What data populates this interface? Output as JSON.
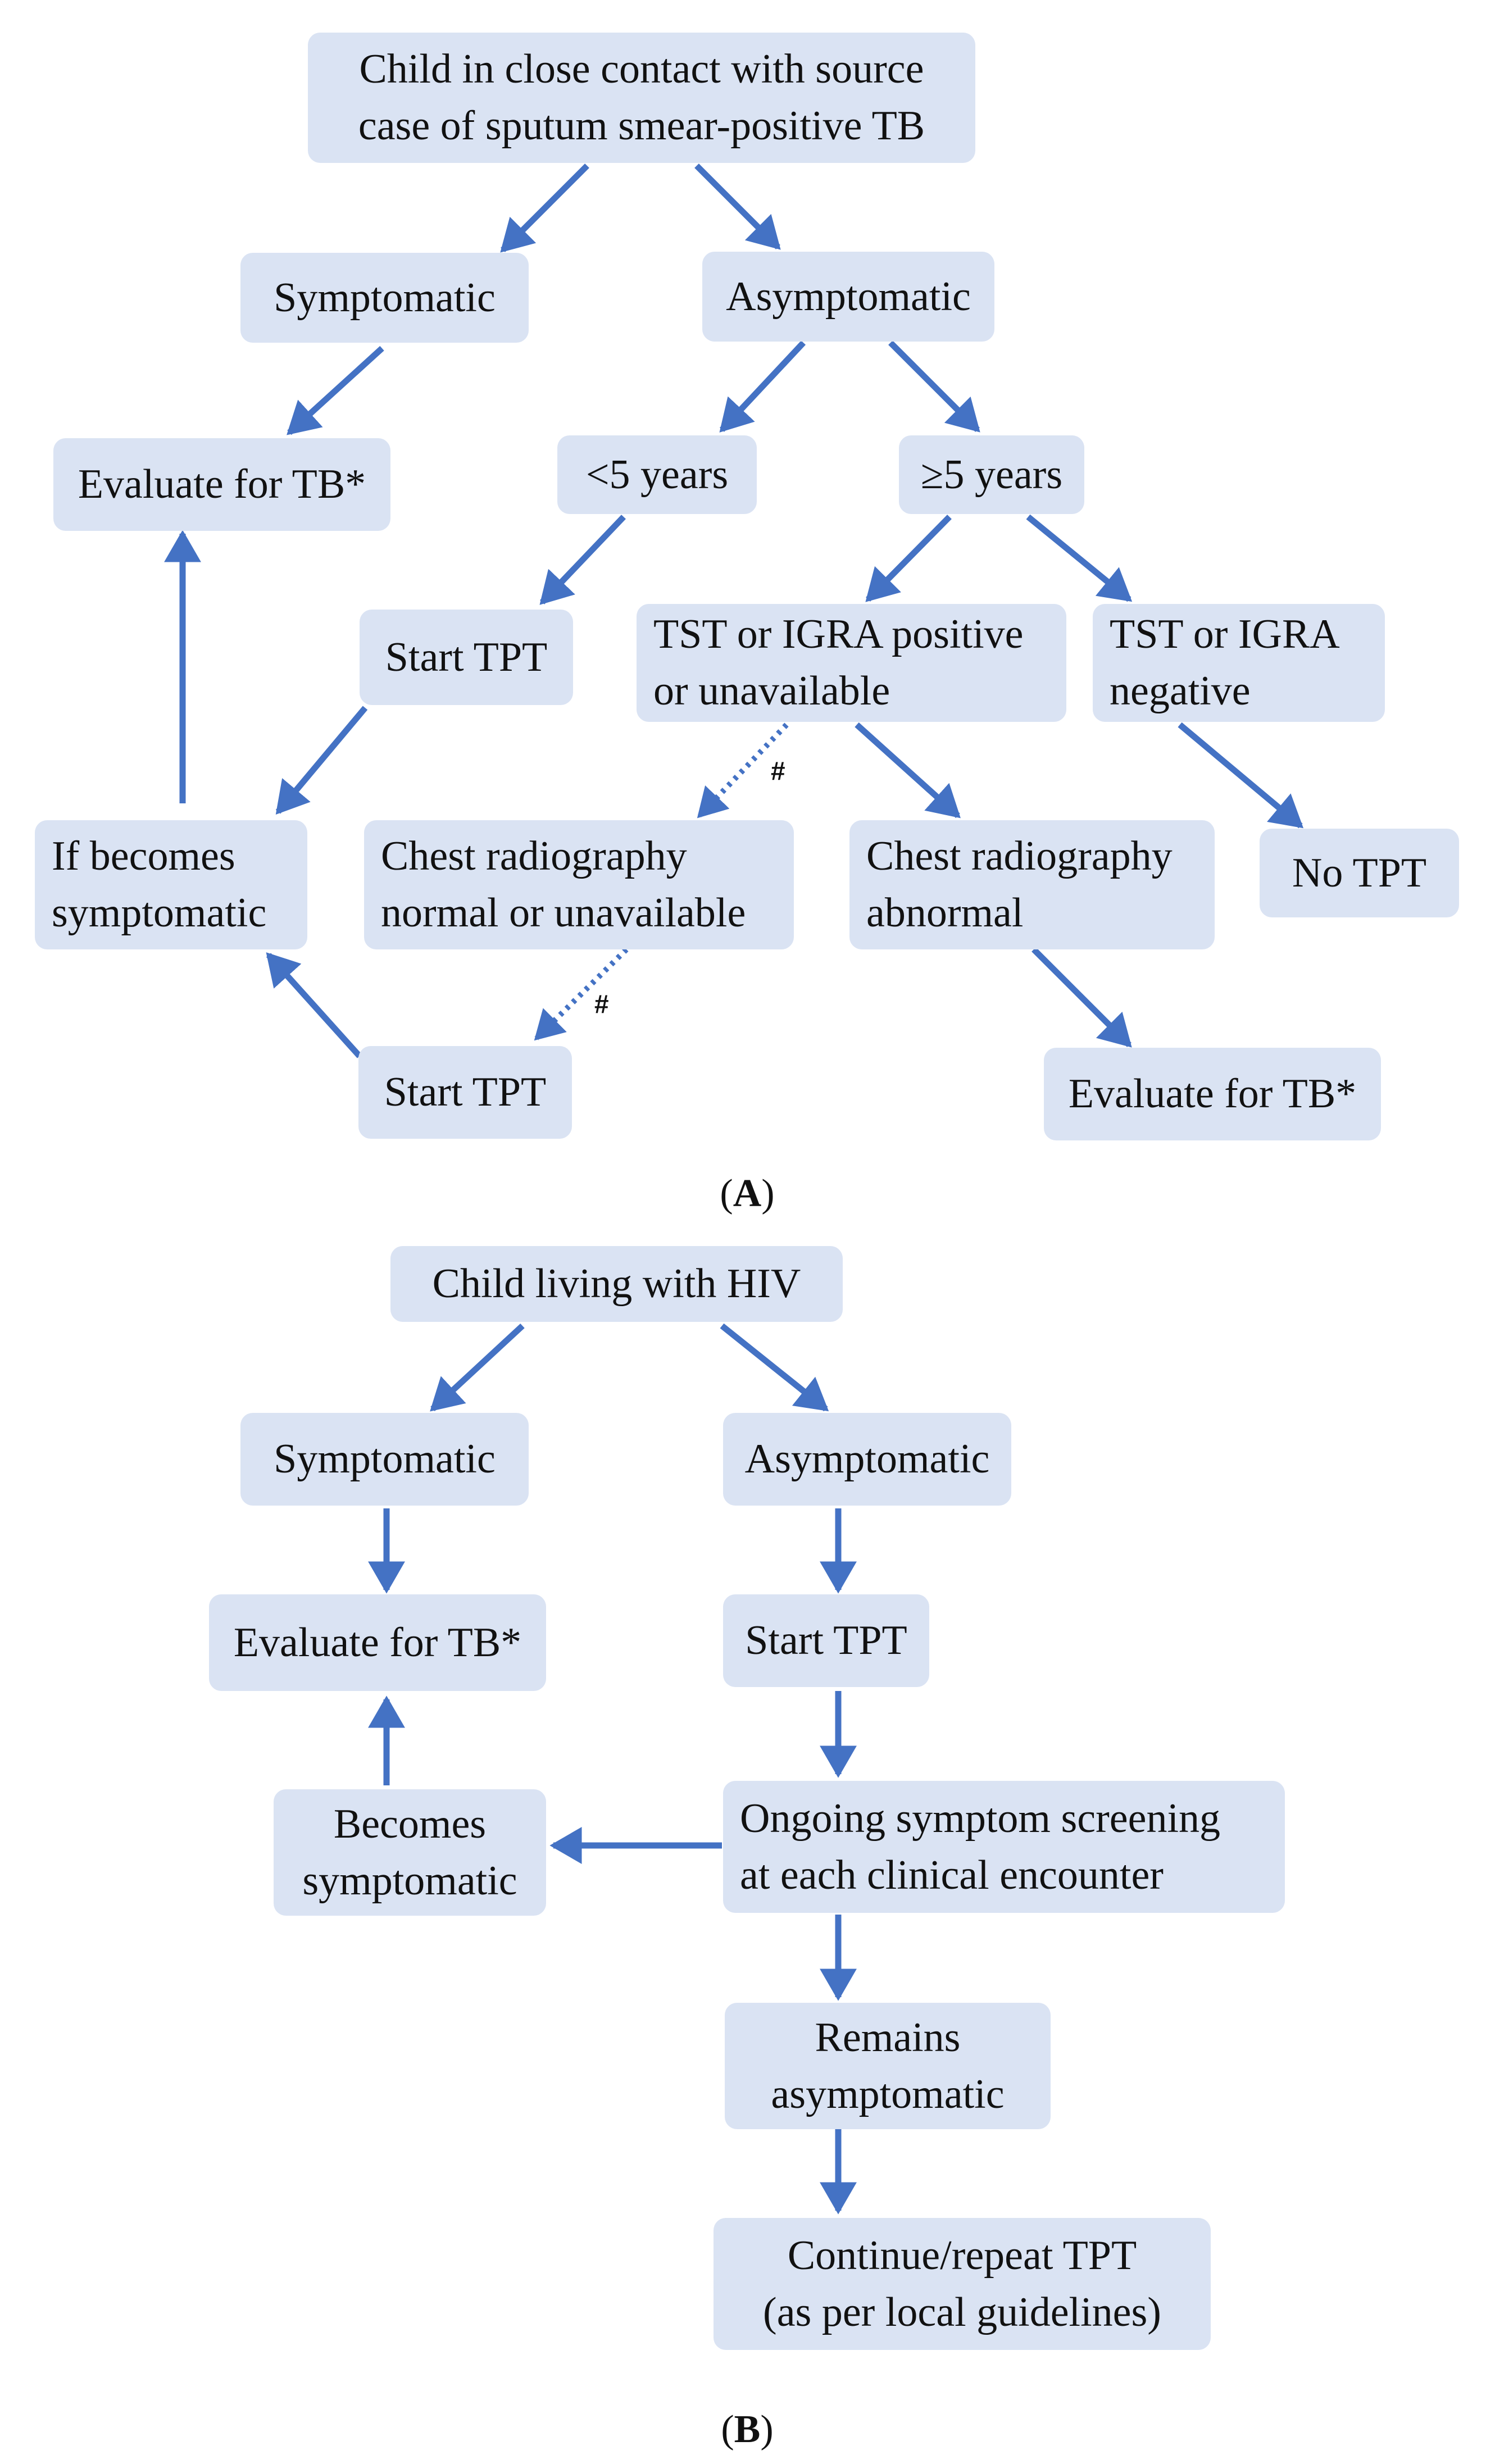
{
  "colors": {
    "node_fill": "#dae3f3",
    "arrow": "#4472c4"
  },
  "panel_a": {
    "label_letter": "A",
    "source_line1": "Child in close contact with source",
    "source_line2": "case of sputum smear-positive TB",
    "symptomatic": "Symptomatic",
    "asymptomatic": "Asymptomatic",
    "evaluate_tb_left": "Evaluate for TB*",
    "under5": "<5 years",
    "over5": "≥5 years",
    "start_tpt_upper": "Start TPT",
    "tst_positive_line1": "TST or IGRA positive",
    "tst_positive_line2": "or unavailable",
    "tst_negative_line1": "TST or IGRA",
    "tst_negative_line2": "negative",
    "becomes_symptomatic_line1": "If becomes",
    "becomes_symptomatic_line2": "symptomatic",
    "cxr_normal_line1": "Chest radiography",
    "cxr_normal_line2": "normal or unavailable",
    "cxr_abnormal_line1": "Chest radiography",
    "cxr_abnormal_line2": "abnormal",
    "no_tpt": "No TPT",
    "start_tpt_lower": "Start TPT",
    "evaluate_tb_right": "Evaluate for TB*",
    "hash_mark": "#"
  },
  "panel_b": {
    "label_letter": "B",
    "root": "Child living with HIV",
    "symptomatic": "Symptomatic",
    "asymptomatic": "Asymptomatic",
    "evaluate_tb": "Evaluate for TB*",
    "start_tpt": "Start TPT",
    "becomes_symptomatic_line1": "Becomes",
    "becomes_symptomatic_line2": "symptomatic",
    "ongoing_line1": "Ongoing symptom screening",
    "ongoing_line2": "at each clinical encounter",
    "remains_line1": "Remains",
    "remains_line2": "asymptomatic",
    "continue_line1": "Continue/repeat TPT",
    "continue_line2": "(as per local guidelines)"
  }
}
